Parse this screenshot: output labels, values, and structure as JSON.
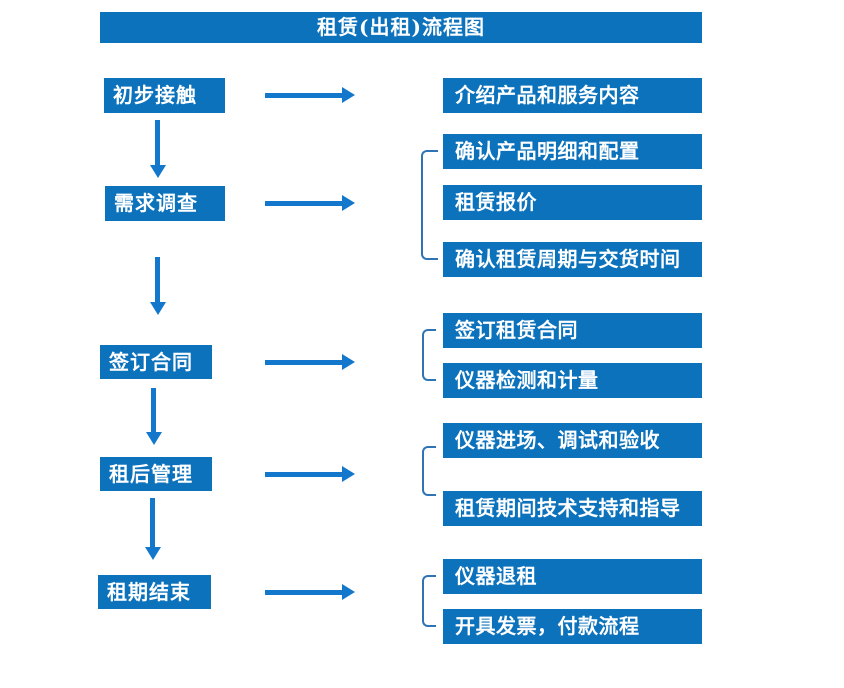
{
  "title": "租赁(出租)流程图",
  "colors": {
    "primary": "#0d72bc",
    "arrow": "#1377cb",
    "bracket": "#2e74b5",
    "text_on_primary": "#ffffff"
  },
  "steps": [
    {
      "label": "初步接触",
      "details": [
        "介绍产品和服务内容"
      ]
    },
    {
      "label": "需求调查",
      "details": [
        "确认产品明细和配置",
        "租赁报价",
        "确认租赁周期与交货时间"
      ]
    },
    {
      "label": "签订合同",
      "details": [
        "签订租赁合同",
        "仪器检测和计量"
      ]
    },
    {
      "label": "租后管理",
      "details": [
        "仪器进场、调试和验收",
        "租赁期间技术支持和指导"
      ]
    },
    {
      "label": "租期结束",
      "details": [
        "仪器退租",
        "开具发票，付款流程"
      ]
    }
  ]
}
